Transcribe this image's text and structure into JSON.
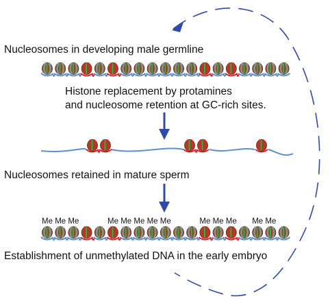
{
  "labels": {
    "developing": "Nucleosomes in developing male germline",
    "replacement_line1": "Histone replacement by protamines",
    "replacement_line2": "and nucleosome retention at GC-rich sites.",
    "retained": "Nucleosomes retained in mature sperm",
    "establishment": "Establishment of unmethylated DNA in the early embryo"
  },
  "methyl_mark": "Me",
  "rows": {
    "germline": [
      "g",
      "g",
      "g",
      "r",
      "g",
      "r",
      "g",
      "g",
      "g",
      "g",
      "g",
      "g",
      "r",
      "g",
      "r",
      "g",
      "g",
      "g",
      "g"
    ],
    "sperm_groups": [
      2,
      2,
      1
    ],
    "embryo": [
      "g",
      "g",
      "g",
      "r",
      "g",
      "r",
      "g",
      "g",
      "g",
      "g",
      "g",
      "g",
      "r",
      "g",
      "r",
      "g",
      "g",
      "g",
      "g"
    ],
    "embryo_methylated": [
      true,
      true,
      true,
      false,
      false,
      true,
      true,
      true,
      true,
      true,
      false,
      false,
      true,
      true,
      true,
      false,
      true,
      true,
      false
    ]
  },
  "colors": {
    "dna": "#5b8fcf",
    "dna_retained": "#e0212b",
    "histone_body": "#8a4b22",
    "histone_grey": "#8a8f99",
    "histone_red": "#d12a2a",
    "histone_green": "#3fae49",
    "arrow": "#2f4aa8",
    "cycle_arrow": "#2f4aa8"
  }
}
